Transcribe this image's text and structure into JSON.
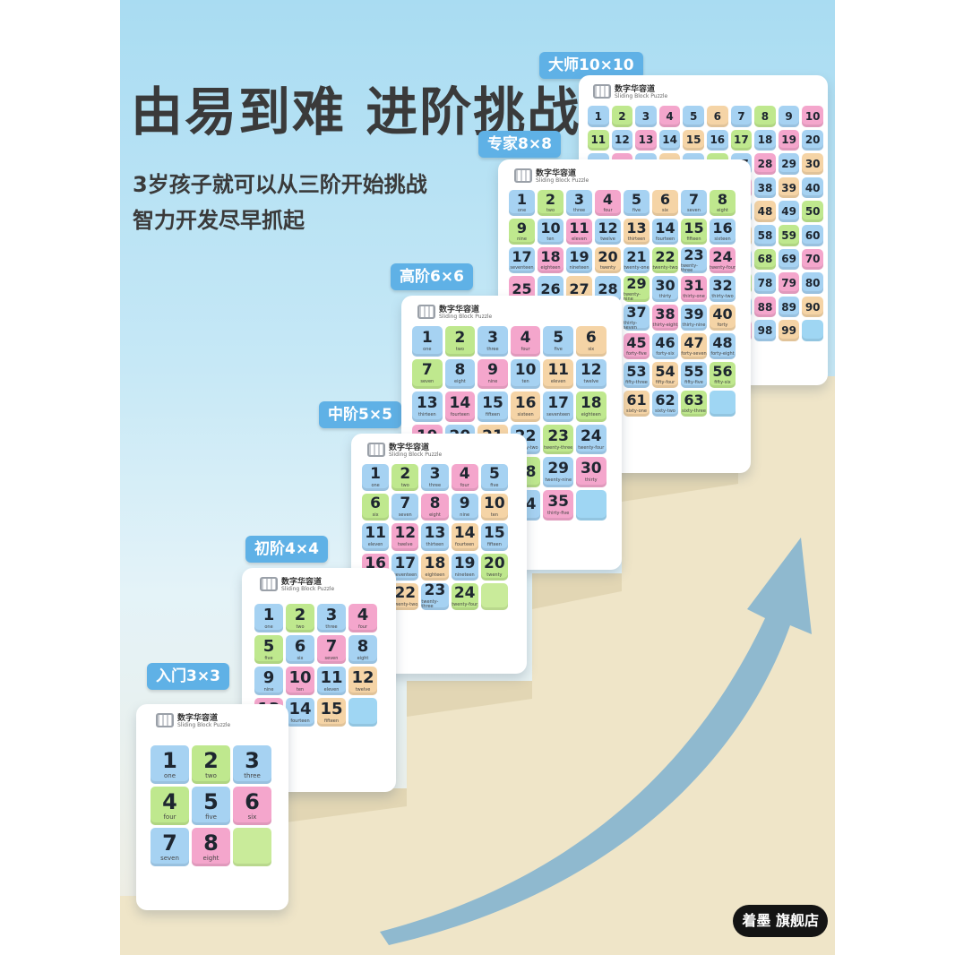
{
  "headline": "由易到难 进阶挑战",
  "subtitle_line1": "3岁孩子就可以从三阶开始挑战",
  "subtitle_line2": "智力开发尽早抓起",
  "brand_badge": "着墨 旗舰店",
  "board_title": "数字华容道",
  "board_subtitle": "Sliding Block Puzzle",
  "tile_colors": [
    "#a6d2f2",
    "#bfe88e",
    "#a6d2f2",
    "#f4a6cc",
    "#a6d2f2",
    "#f5d4a6"
  ],
  "levels": [
    {
      "label": "大师10×10",
      "size": 10
    },
    {
      "label": "专家8×8",
      "size": 8
    },
    {
      "label": "高阶6×6",
      "size": 6
    },
    {
      "label": "中阶5×5",
      "size": 5
    },
    {
      "label": "初阶4×4",
      "size": 4
    },
    {
      "label": "入门3×3",
      "size": 3
    }
  ],
  "number_words": {
    "1": "one",
    "2": "two",
    "3": "three",
    "4": "four",
    "5": "five",
    "6": "six",
    "7": "seven",
    "8": "eight",
    "9": "nine",
    "10": "ten",
    "11": "eleven",
    "12": "twelve",
    "13": "thirteen",
    "14": "fourteen",
    "15": "fifteen",
    "16": "sixteen",
    "17": "seventeen",
    "18": "eighteen",
    "19": "nineteen",
    "20": "twenty",
    "21": "twenty-one",
    "22": "twenty-two",
    "23": "twenty-three",
    "24": "twenty-four",
    "29": "twenty-nine",
    "30": "thirty",
    "31": "thirty-one",
    "32": "thirty-two",
    "35": "thirty-five",
    "37": "thirty-seven",
    "38": "thirty-eight",
    "39": "thirty-nine",
    "40": "forty",
    "45": "forty-five",
    "46": "forty-six",
    "47": "forty-seven",
    "48": "forty-eight",
    "53": "fifty-three",
    "54": "fifty-four",
    "55": "fifty-five",
    "56": "fifty-six",
    "61": "sixty-one",
    "62": "sixty-two",
    "63": "sixty-three"
  }
}
